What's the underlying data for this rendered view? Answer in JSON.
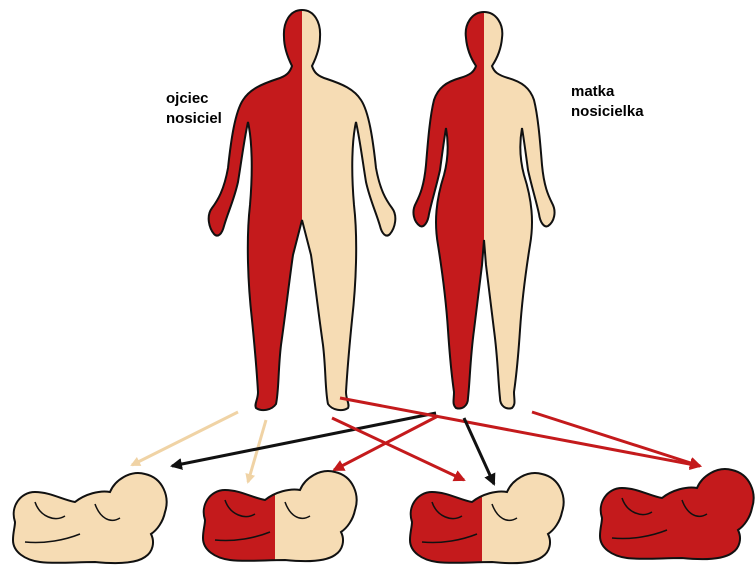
{
  "labels": {
    "father_line1": "ojciec",
    "father_line2": "nosiciel",
    "mother_line1": "matka",
    "mother_line2": "nosicielka"
  },
  "colors": {
    "affected": "#c41a1c",
    "healthy": "#f6dcb4",
    "outline": "#111111",
    "arrow_healthy": "#f0d3a5",
    "arrow_affected": "#c41a1c",
    "arrow_black": "#111111"
  },
  "offspring": [
    {
      "name": "healthy",
      "genotype": "healthy-healthy"
    },
    {
      "name": "carrier-1",
      "genotype": "affected-healthy"
    },
    {
      "name": "carrier-2",
      "genotype": "affected-healthy"
    },
    {
      "name": "affected",
      "genotype": "affected-affected"
    }
  ]
}
